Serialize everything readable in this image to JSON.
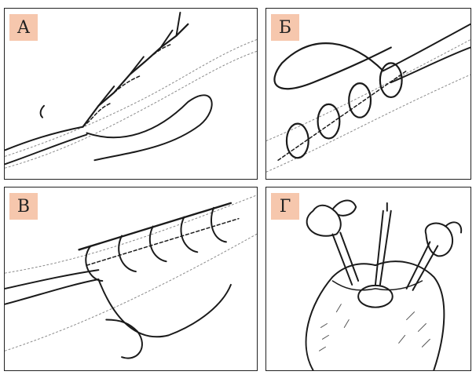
{
  "panels": [
    {
      "label": "А",
      "subject": "suture-running-stitches"
    },
    {
      "label": "Б",
      "subject": "suture-wrapped-loops"
    },
    {
      "label": "В",
      "subject": "suture-cross-stitches"
    },
    {
      "label": "Г",
      "subject": "forceps-on-tissue"
    }
  ],
  "colors": {
    "label_bg": "#f6c7ad",
    "ink": "#1a1a1a",
    "border": "#222222"
  }
}
